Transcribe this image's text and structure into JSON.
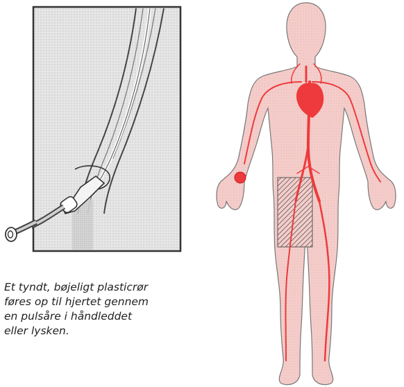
{
  "caption": {
    "lines": [
      "Et tyndt, bøjeligt plasticrør",
      "føres op til hjertet gennem",
      "en pulsåre i håndleddet",
      "eller lysken."
    ]
  },
  "colors": {
    "skin": "#f3c9c6",
    "artery": "#ee3a3c",
    "inset_background": "#e4e4e4",
    "inset_border": "#333333",
    "outline": "#444444"
  },
  "icons": {
    "catheter": "catheter-illustration",
    "body": "human-body-circulation-figure",
    "heart": "heart-icon",
    "wrist_marker": "wrist-access-point"
  }
}
